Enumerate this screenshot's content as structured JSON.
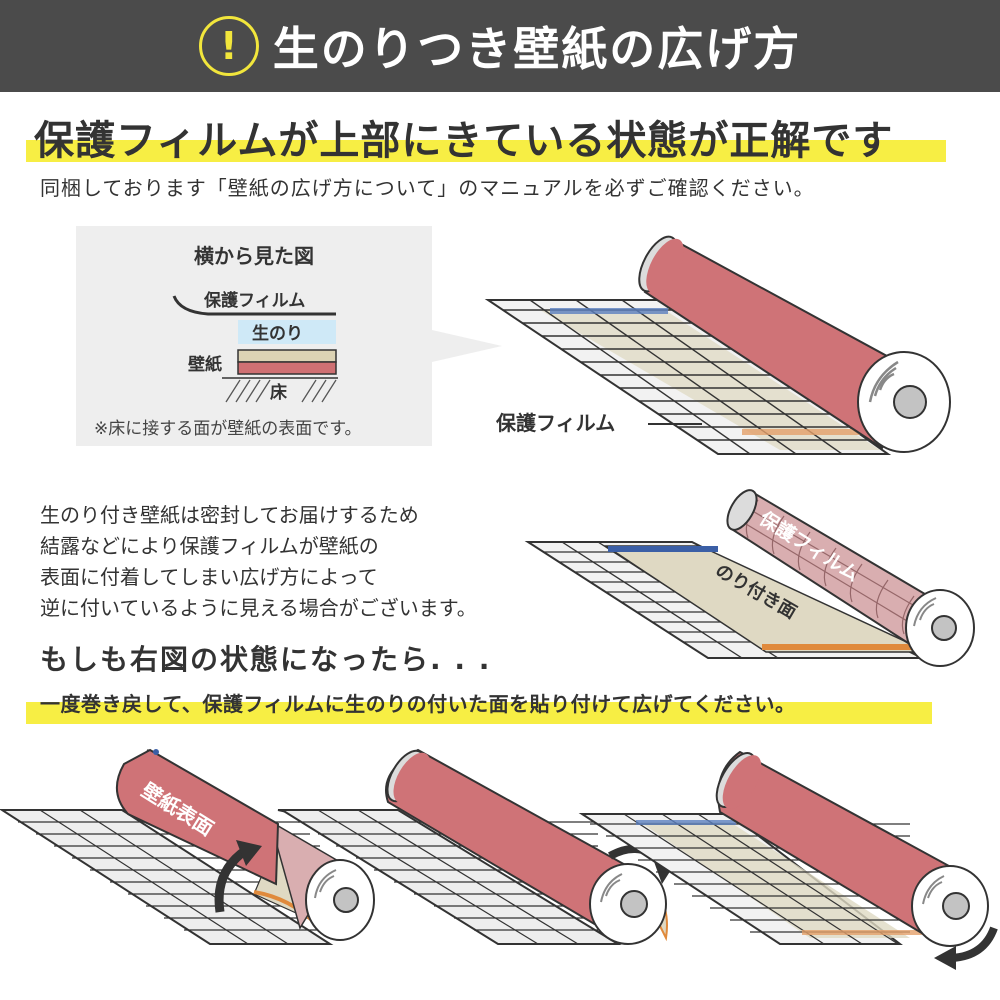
{
  "header": {
    "icon": "!",
    "title": "生のりつき壁紙の広げ方",
    "bg_color": "#4b4b4b",
    "icon_color": "#f2e63c"
  },
  "headline": {
    "text": "保護フィルムが上部にきている状態が正解です",
    "highlight_color": "#f7ee44"
  },
  "subtext": "同梱しております「壁紙の広げ方について」のマニュアルを必ずご確認ください。",
  "side_view": {
    "title": "横から見た図",
    "layers": {
      "film": "保護フィルム",
      "paste": "生のり",
      "wallpaper": "壁紙",
      "floor": "床"
    },
    "note": "※床に接する面が壁紙の表面です。",
    "colors": {
      "paste": "#cfe9f7",
      "wallpaper_back": "#dcd3b4",
      "wallpaper_face": "#cf7073"
    }
  },
  "diagram_top": {
    "label": "保護フィルム"
  },
  "explanation": {
    "lines": [
      "生のり付き壁紙は密封してお届けするため",
      "結露などにより保護フィルムが壁紙の",
      "表面に付着してしまい広げ方によって",
      "逆に付いているように見える場合がございます。"
    ],
    "callout": "もしも右図の状態になったら. . ."
  },
  "diagram_wrong": {
    "roll_label": "保護フィルム",
    "sheet_label": "のり付き面"
  },
  "instruction": {
    "text": "一度巻き戻して、保護フィルムに生のりの付いた面を貼り付けて広げてください。"
  },
  "steps": [
    {
      "label": "壁紙表面"
    },
    {
      "label": ""
    },
    {
      "label": ""
    }
  ],
  "colors": {
    "roll_red": "#cf7377",
    "roll_film": "#d9aeb0",
    "paste_beige": "#dfd9c3",
    "grid_bg": "#eeeeee",
    "blue_edge": "#3b5fa6",
    "orange_edge": "#e08a3c"
  }
}
